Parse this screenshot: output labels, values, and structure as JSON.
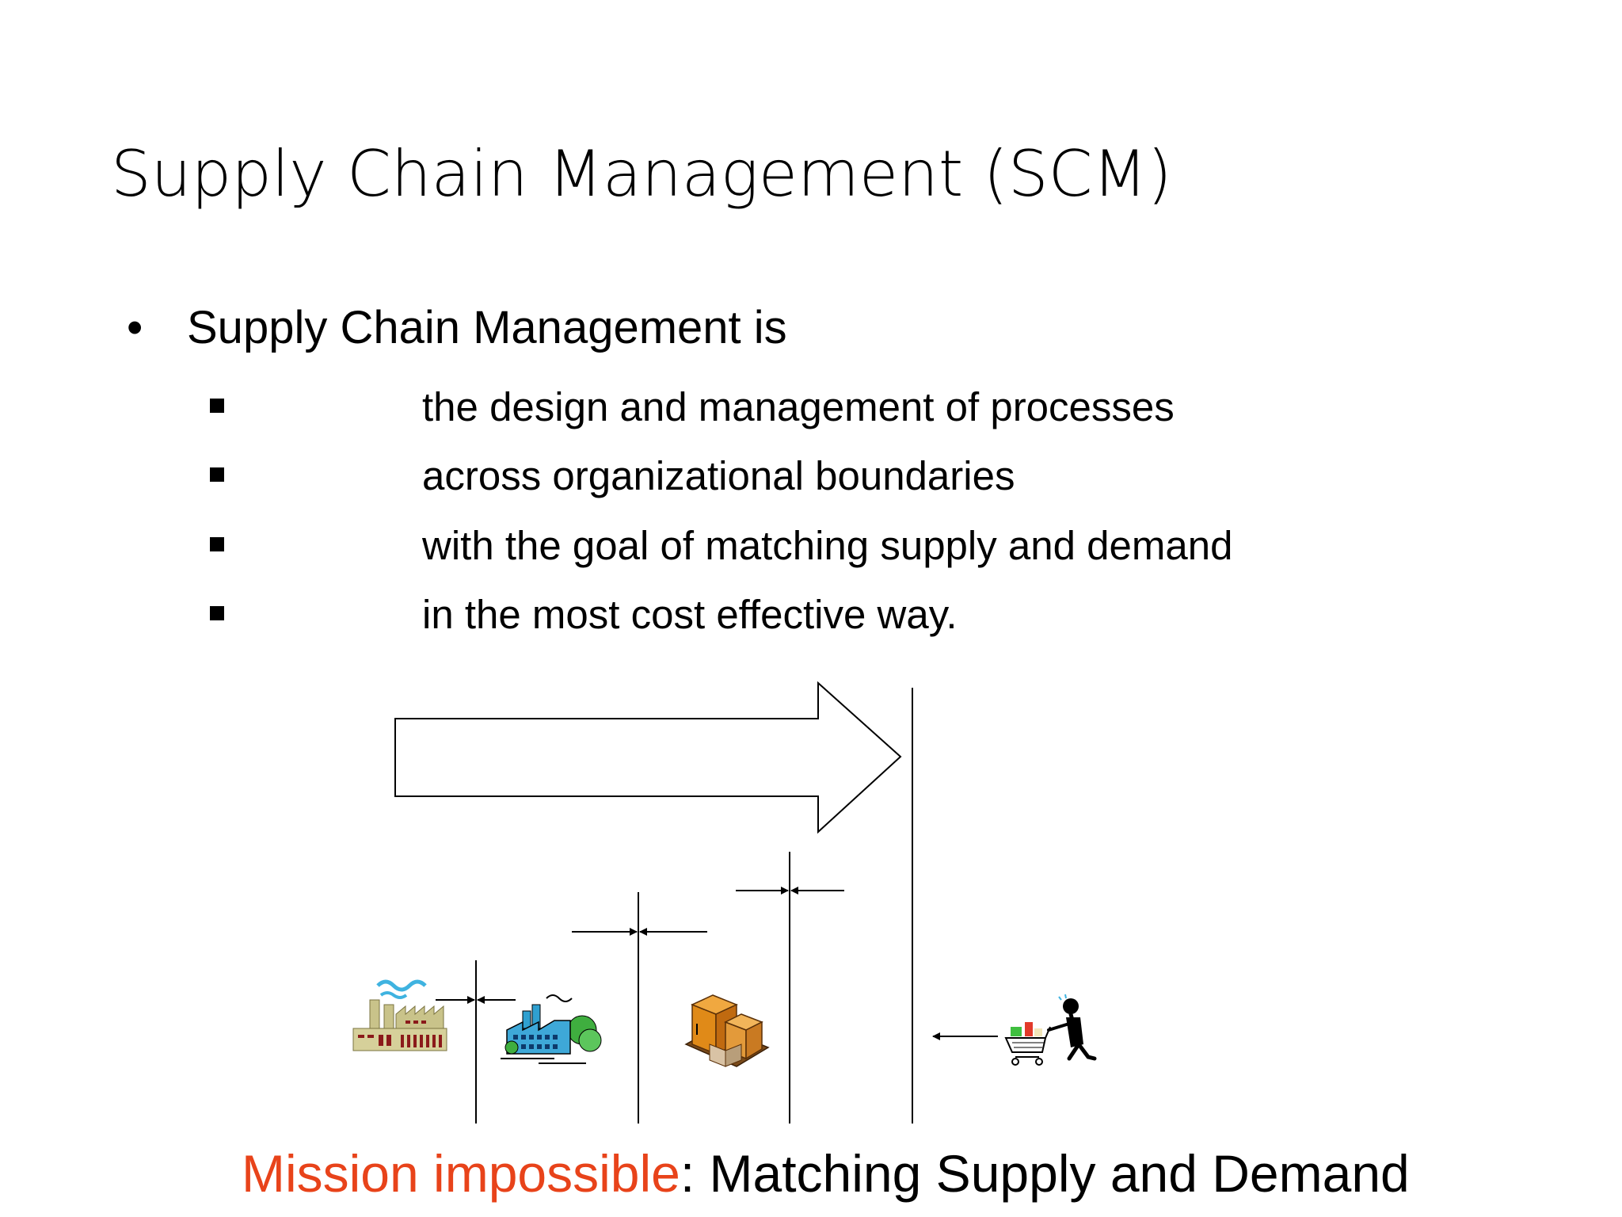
{
  "slide": {
    "title": "Supply Chain Management (SCM)",
    "bullet": {
      "marker": "•",
      "text": "Supply Chain Management is"
    },
    "sub_items": [
      "the design and management of processes",
      "across organizational boundaries",
      "with the goal of matching supply and demand",
      "in the most cost effective way."
    ],
    "caption": {
      "highlight": "Mission impossible",
      "rest": ": Matching Supply and Demand"
    },
    "colors": {
      "highlight": "#e8431a",
      "text": "#000000"
    },
    "icons": [
      "factory-icon",
      "plant-icon",
      "warehouse-boxes-icon",
      "shopper-cart-icon"
    ]
  }
}
